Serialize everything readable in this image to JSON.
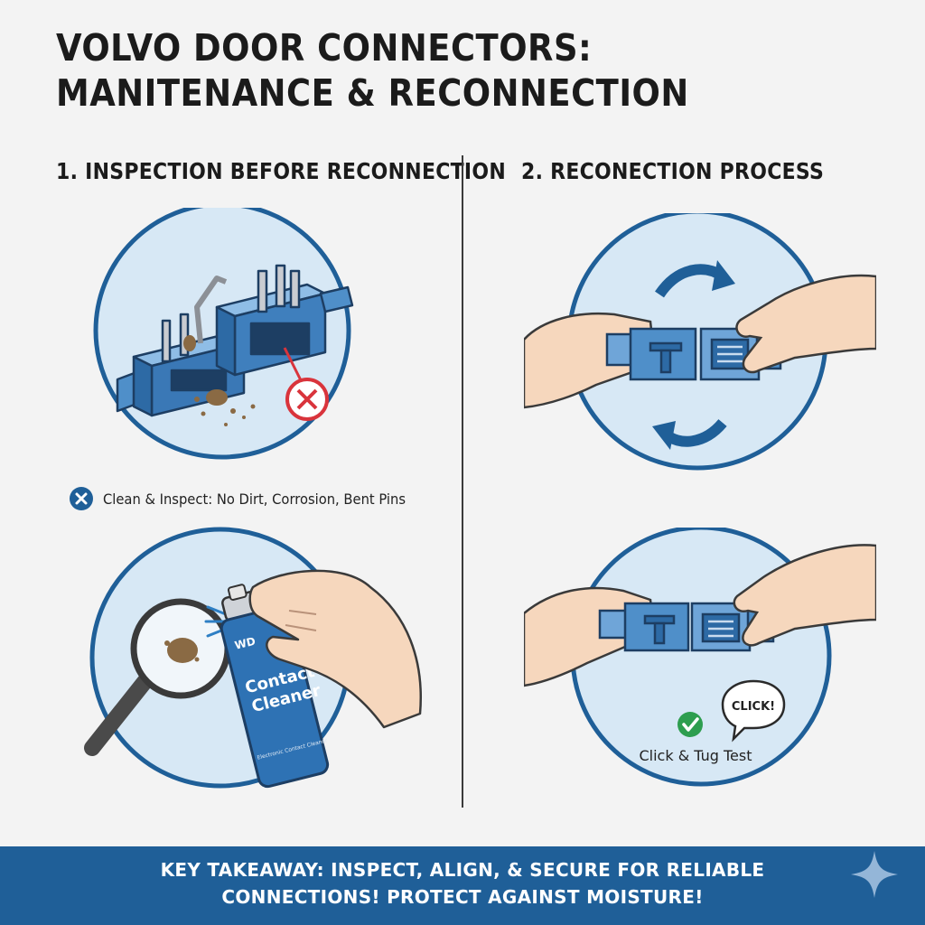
{
  "title": {
    "line1": "VOLVO DOOR CONNECTORS:",
    "line2": "MANITENANCE & RECONNECTION"
  },
  "sections": {
    "inspection": {
      "heading": "1. INSPECTION BEFORE RECONNECTION",
      "note": "Clean & Inspect: No Dirt, Corrosion, Bent Pins",
      "can_label_line1": "Contact",
      "can_label_line2": "Cleaner",
      "can_brand": "WD",
      "can_fine_print": "Electronic Contact Cleaner"
    },
    "reconnection": {
      "heading": "2. RECONECTION PROCESS",
      "click_bubble": "CLICK!",
      "test_label": "Click & Tug Test"
    }
  },
  "banner": {
    "line1": "KEY TAKEAWAY: INSPECT, ALIGN, & SECURE FOR RELIABLE",
    "line2": "CONNECTIONS! PROTECT AGAINST MOISTURE!"
  },
  "colors": {
    "background": "#f3f3f3",
    "circle_fill": "#d7e8f5",
    "circle_stroke": "#1f5f98",
    "connector_blue": "#4f8fc9",
    "banner_blue": "#1f5f98",
    "error_red": "#d9343c",
    "success_green": "#2e9e4f"
  }
}
